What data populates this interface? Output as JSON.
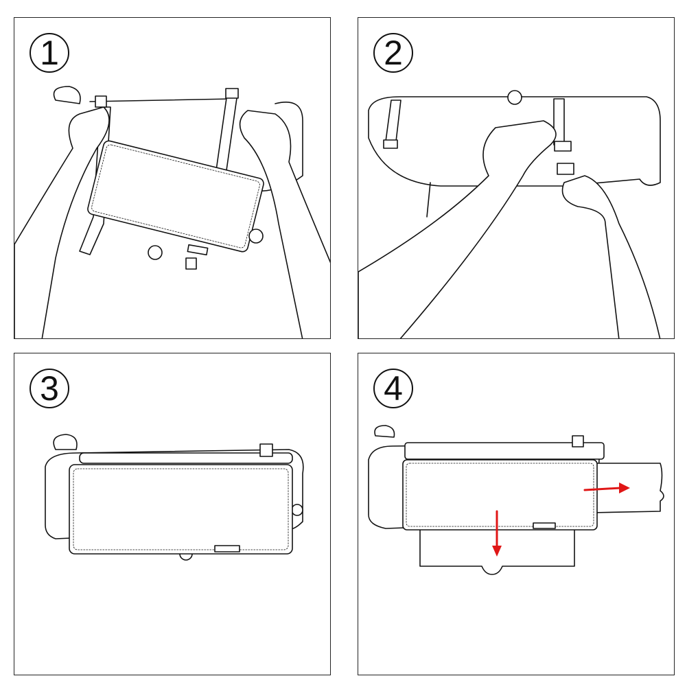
{
  "steps": [
    {
      "number": "1"
    },
    {
      "number": "2"
    },
    {
      "number": "3"
    },
    {
      "number": "4"
    }
  ],
  "colors": {
    "arrow": "#e01616",
    "line": "#111111"
  }
}
